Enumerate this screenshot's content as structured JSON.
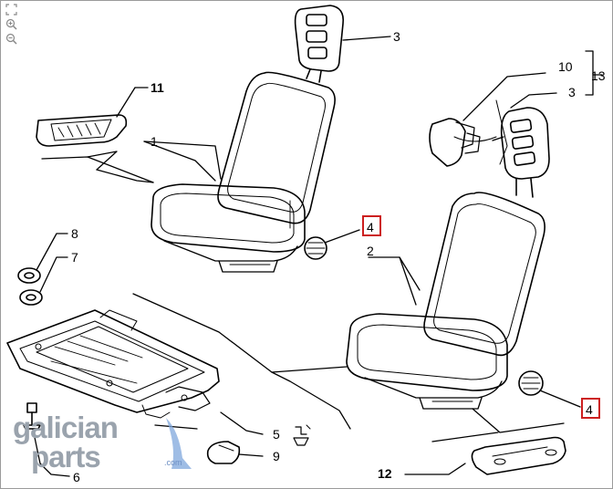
{
  "viewer": {
    "tools": [
      {
        "name": "fit-to-page-icon"
      },
      {
        "name": "zoom-in-icon"
      },
      {
        "name": "zoom-out-icon"
      }
    ]
  },
  "callouts": {
    "c1": "1",
    "c2": "2",
    "c3a": "3",
    "c3b": "3",
    "c4a": "4",
    "c4b": "4",
    "c5": "5",
    "c6": "6",
    "c7": "7",
    "c8": "8",
    "c9": "9",
    "c10": "10",
    "c11": "11",
    "c12": "12",
    "c13": "13"
  },
  "highlight_color": "#cc1f1f",
  "logo": {
    "line1": "galician",
    "line2": "parts",
    "suffix": ".com"
  }
}
